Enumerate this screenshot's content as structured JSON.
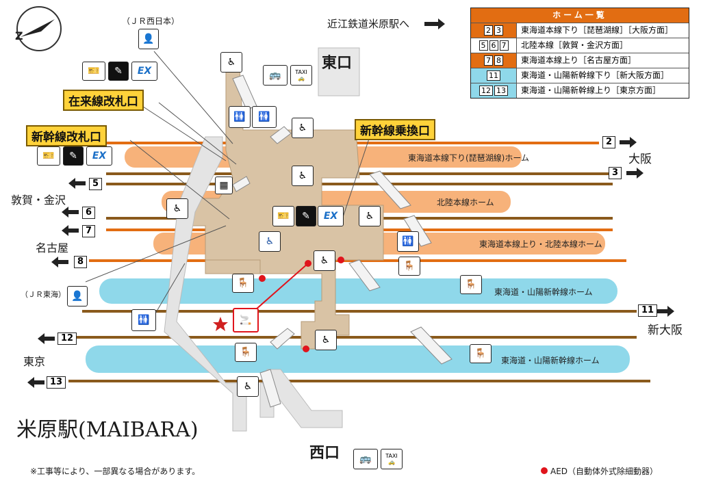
{
  "station_title": "米原駅(MAIBARA)",
  "exits": {
    "east": "東口",
    "west": "西口"
  },
  "top_arrow": "近江鉄道米原駅へ",
  "gates": {
    "conventional": "在来線改札口",
    "shinkansen": "新幹線改札口",
    "transfer": "新幹線乗換口"
  },
  "company_labels": {
    "jr_west": "（ＪＲ西日本）",
    "jr_central": "（ＪＲ東海）"
  },
  "destinations": {
    "osaka": "大阪",
    "tsuruga_kanazawa": "敦賀・金沢",
    "nagoya": "名古屋",
    "shin_osaka": "新大阪",
    "tokyo": "東京"
  },
  "platforms": [
    {
      "label": "東海道本線下り(琵琶湖線)ホーム",
      "color": "#f7b27a"
    },
    {
      "label": "北陸本線ホーム",
      "color": "#f7b27a"
    },
    {
      "label": "東海道本線上り・北陸本線ホーム",
      "color": "#f7b27a"
    },
    {
      "label": "東海道・山陽新幹線ホーム",
      "color": "#8fd8ea"
    },
    {
      "label": "東海道・山陽新幹線ホーム",
      "color": "#8fd8ea"
    }
  ],
  "tracks": {
    "t2": "2",
    "t3": "3",
    "t5": "5",
    "t6": "6",
    "t7": "7",
    "t8": "8",
    "t11": "11",
    "t12": "12",
    "t13": "13"
  },
  "legend": {
    "title": "ホーム一覧",
    "rows": [
      {
        "nums": [
          "2",
          "3"
        ],
        "text": "東海道本線下り［琵琶湖線］［大阪方面］",
        "color": "#e26d12"
      },
      {
        "nums": [
          "5",
          "6",
          "7"
        ],
        "text": "北陸本線［敦賀・金沢方面］",
        "color": "#ffffff"
      },
      {
        "nums": [
          "7",
          "8"
        ],
        "text": "東海道本線上り［名古屋方面］",
        "color": "#e26d12"
      },
      {
        "nums": [
          "11"
        ],
        "text": "東海道・山陽新幹線下り［新大阪方面］",
        "color": "#8fd8ea"
      },
      {
        "nums": [
          "12",
          "13"
        ],
        "text": "東海道・山陽新幹線上り［東京方面］",
        "color": "#8fd8ea"
      }
    ]
  },
  "footnote": "※工事等により、一部異なる場合があります。",
  "aed_note": "AED（自動体外式除細動器）",
  "icons": {
    "ex": "EX",
    "taxi": "TAXI"
  },
  "colors": {
    "orange_track": "#e26d12",
    "brown_track": "#8a5a1c",
    "concourse": "#d9c3a5",
    "aed": "#e0141c"
  }
}
